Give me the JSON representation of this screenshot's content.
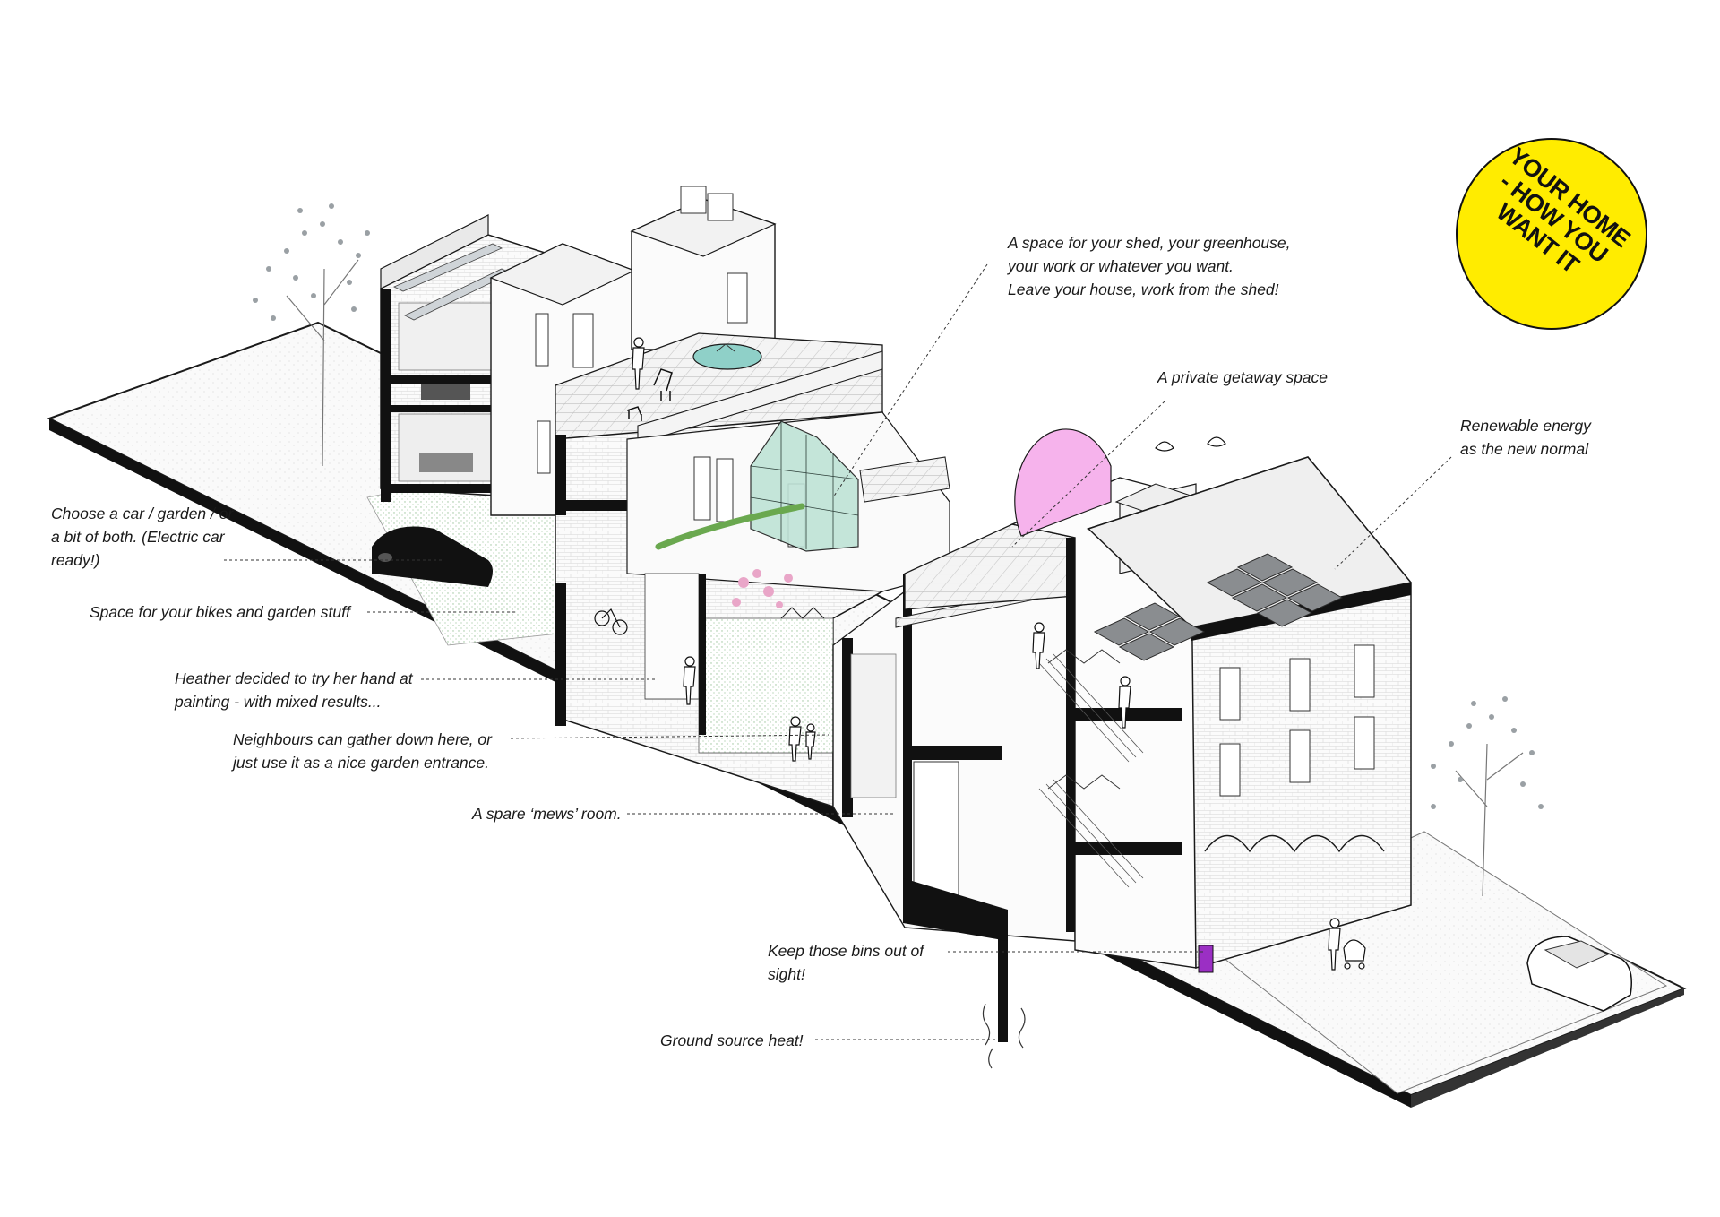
{
  "badge": {
    "lines": [
      "YOUR HOME",
      "- HOW YOU",
      "WANT IT"
    ],
    "color": "#ffec00"
  },
  "annotations": {
    "shed": [
      "A space for your shed, your greenhouse,",
      "your work or whatever you want.",
      "Leave your house, work  from the shed!"
    ],
    "getaway": [
      "A private getaway space"
    ],
    "renewable": [
      "Renewable energy",
      "as the new normal"
    ],
    "car_garden": [
      "Choose a car / garden / or",
      "a bit of both. (Electric car",
      "ready!)"
    ],
    "bikes": [
      "Space for your bikes and garden stuff"
    ],
    "heather": [
      "Heather decided to try her hand at",
      "painting - with mixed results..."
    ],
    "neighbours": [
      "Neighbours can gather down here, or",
      "just use it as a nice garden entrance."
    ],
    "mews": [
      "A spare ‘mews’ room."
    ],
    "bins": [
      "Keep those bins out of",
      "sight!"
    ],
    "ground_heat": [
      "Ground source heat!"
    ]
  },
  "colors": {
    "line": "#1a1a1a",
    "floor": "#f7f7f7",
    "solar": "#8a8d90",
    "greenhouse": "#bfe3d6",
    "pool": "#8fd0c8",
    "pink_arch": "#f6b3ec",
    "bin_door": "#9b2fc4",
    "foliage": "#9aa0a4",
    "planting": "#6aa84f",
    "blossom": "#e9a6c8"
  },
  "icons": [
    "tree-icon",
    "car-icon",
    "person-icon",
    "bird-icon",
    "solar-panel-icon",
    "greenhouse-icon",
    "hot-tub-icon",
    "chair-icon",
    "bicycle-icon",
    "pram-icon"
  ]
}
